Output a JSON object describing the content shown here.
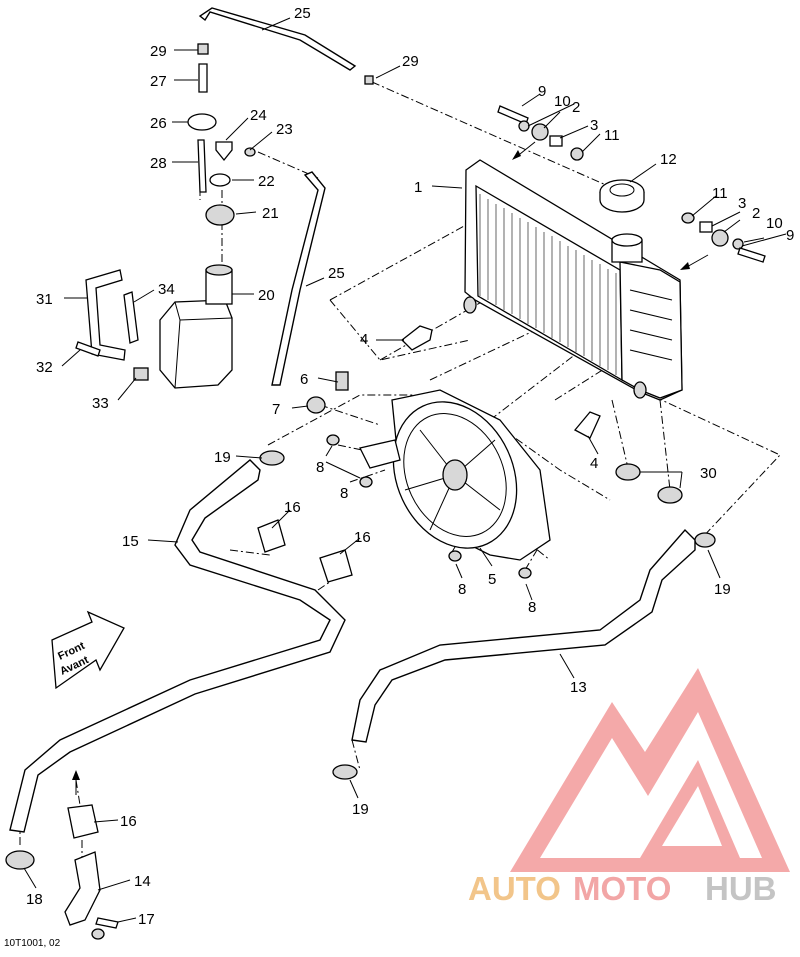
{
  "diagram": {
    "figure_code": "10T1001, 02",
    "front_label_en": "Front",
    "front_label_fr": "Avant",
    "watermark": {
      "brand_auto": "AUTO",
      "brand_moto": "MOTO",
      "brand_hub": "HUB",
      "colors": {
        "auto": "#f2c58a",
        "moto": "#f2a6a6",
        "hub": "#c9c9c9",
        "logo": "#f08e8e"
      }
    },
    "callouts": [
      "1",
      "2",
      "2",
      "3",
      "3",
      "4",
      "4",
      "5",
      "6",
      "7",
      "8",
      "8",
      "8",
      "8",
      "9",
      "9",
      "10",
      "10",
      "11",
      "11",
      "12",
      "13",
      "14",
      "15",
      "16",
      "16",
      "16",
      "17",
      "18",
      "19",
      "19",
      "19",
      "19",
      "20",
      "21",
      "22",
      "23",
      "24",
      "25",
      "25",
      "26",
      "27",
      "28",
      "29",
      "29",
      "30",
      "31",
      "32",
      "33",
      "34"
    ]
  }
}
